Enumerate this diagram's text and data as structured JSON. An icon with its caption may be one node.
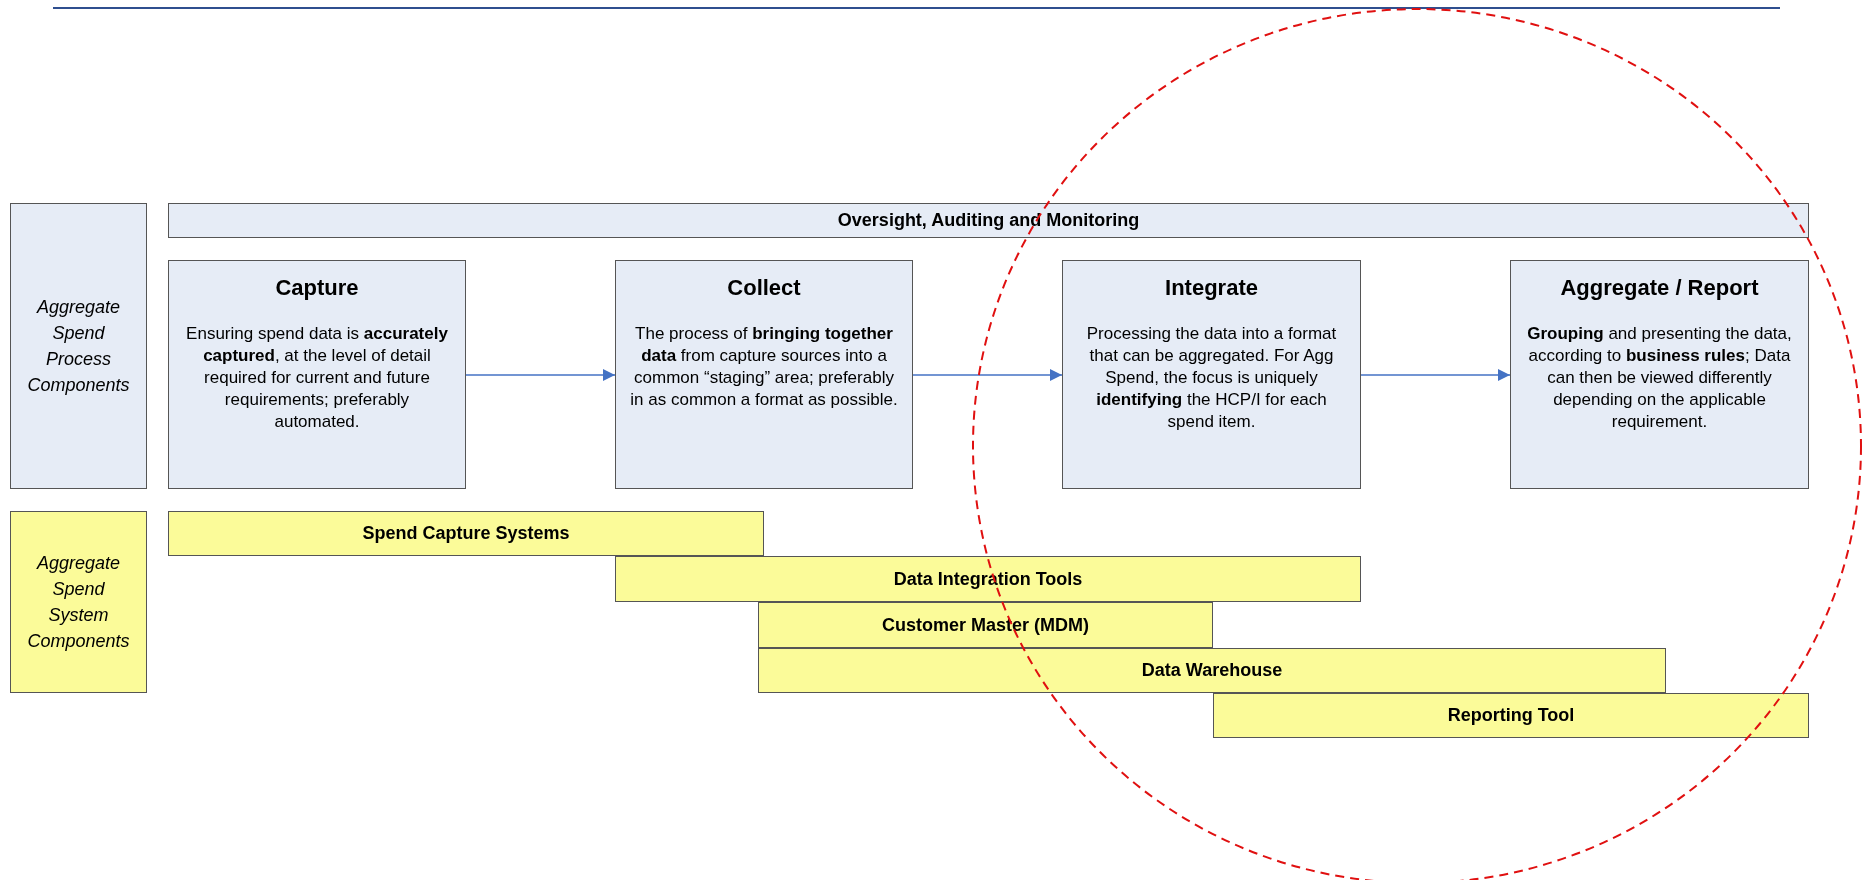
{
  "diagram": {
    "nodes": [
      {
        "text": [
          "Aggregate Spend Process Components"
        ]
      },
      {
        "text": [
          "Oversight, Auditing and Monitoring"
        ]
      },
      {
        "text": [
          "Capture",
          "Ensuring spend data is **accurately captured**, at the level of detail required for current and future requirements; preferably automated."
        ]
      },
      {
        "text": [
          "Collect",
          "The process of **bringing together data** from capture sources into a common “staging” area; preferably in as common a format as possible."
        ]
      },
      {
        "text": [
          "Integrate",
          "Processing the data into a format that can be aggregated. For Agg Spend, the focus is uniquely **identifying** the HCP/I for each spend item."
        ]
      },
      {
        "text": [
          "Aggregate / Report",
          "**Grouping** and presenting the data, according to **business rules**; Data can then be viewed differently depending on the applicable requirement."
        ]
      },
      {
        "text": [
          "Aggregate Spend System Components"
        ]
      },
      {
        "text": [
          "Spend Capture Systems"
        ]
      },
      {
        "text": [
          "Data Integration Tools"
        ]
      },
      {
        "text": [
          "Customer Master (MDM)"
        ]
      },
      {
        "text": [
          "Data Warehouse"
        ]
      },
      {
        "text": [
          "Reporting Tool"
        ]
      }
    ],
    "edges": [
      {
        "from": 2,
        "to": 3,
        "arrow": "to"
      },
      {
        "from": 3,
        "to": 4,
        "arrow": "to"
      },
      {
        "from": 4,
        "to": 5,
        "arrow": "to"
      }
    ]
  }
}
